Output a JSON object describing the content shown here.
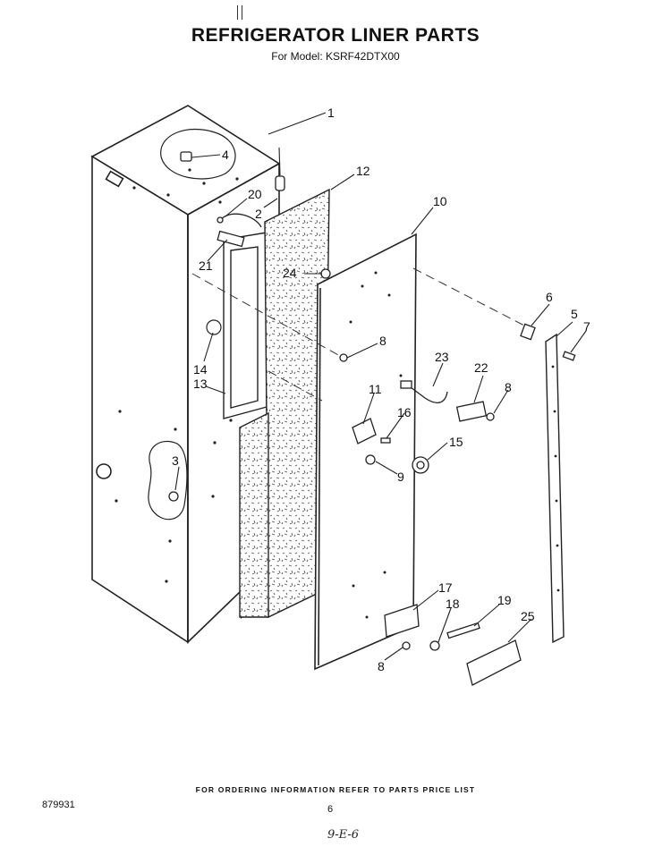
{
  "header": {
    "title": "REFRIGERATOR LINER PARTS",
    "subtitle": "For Model: KSRF42DTX00"
  },
  "callouts": [
    "1",
    "4",
    "12",
    "20",
    "2",
    "10",
    "21",
    "24",
    "6",
    "5",
    "7",
    "8",
    "14",
    "13",
    "23",
    "22",
    "11",
    "16",
    "15",
    "3",
    "9",
    "17",
    "18",
    "19",
    "25"
  ],
  "footer": {
    "ordering_note": "FOR ORDERING INFORMATION REFER TO PARTS PRICE LIST",
    "document_number": "879931",
    "page_number": "6",
    "handwritten_note": "9-E-6"
  }
}
